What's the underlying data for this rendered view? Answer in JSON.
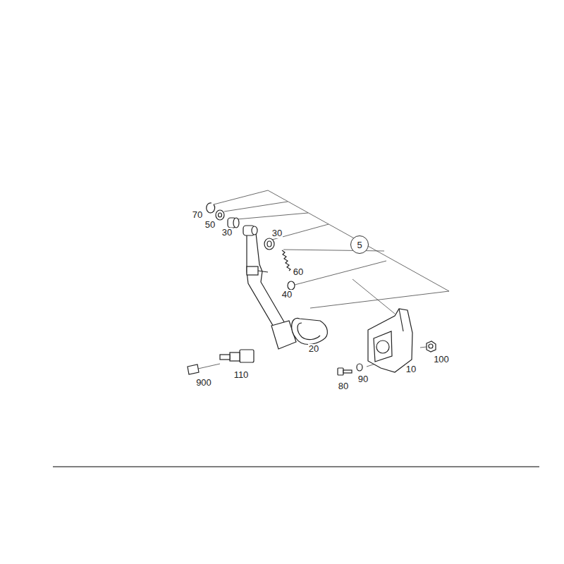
{
  "diagram": {
    "nodes": [
      {
        "text": [
          "5"
        ]
      }
    ],
    "labels": [
      "70",
      "50",
      "30",
      "30",
      "60",
      "40",
      "20",
      "10",
      "100",
      "80",
      "90",
      "110",
      "900"
    ]
  }
}
